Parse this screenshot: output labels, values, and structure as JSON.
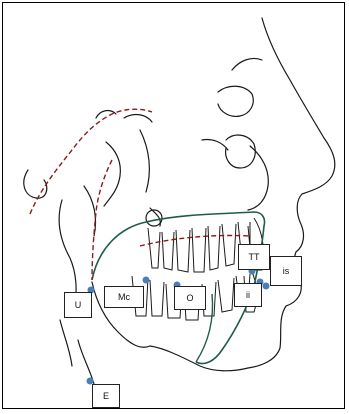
{
  "figure": {
    "landmarks": [
      {
        "id": "U",
        "label": "U"
      },
      {
        "id": "Mc",
        "label": "Mc"
      },
      {
        "id": "O",
        "label": "O"
      },
      {
        "id": "TT",
        "label": "TT"
      },
      {
        "id": "ii",
        "label": "ii"
      },
      {
        "id": "is",
        "label": "is"
      },
      {
        "id": "E",
        "label": "E"
      }
    ],
    "colors": {
      "outline": "#1a1a1a",
      "dashed": "#8b1a1a",
      "tongue": "#1f5c4f",
      "point": "#4a7fb5"
    }
  }
}
